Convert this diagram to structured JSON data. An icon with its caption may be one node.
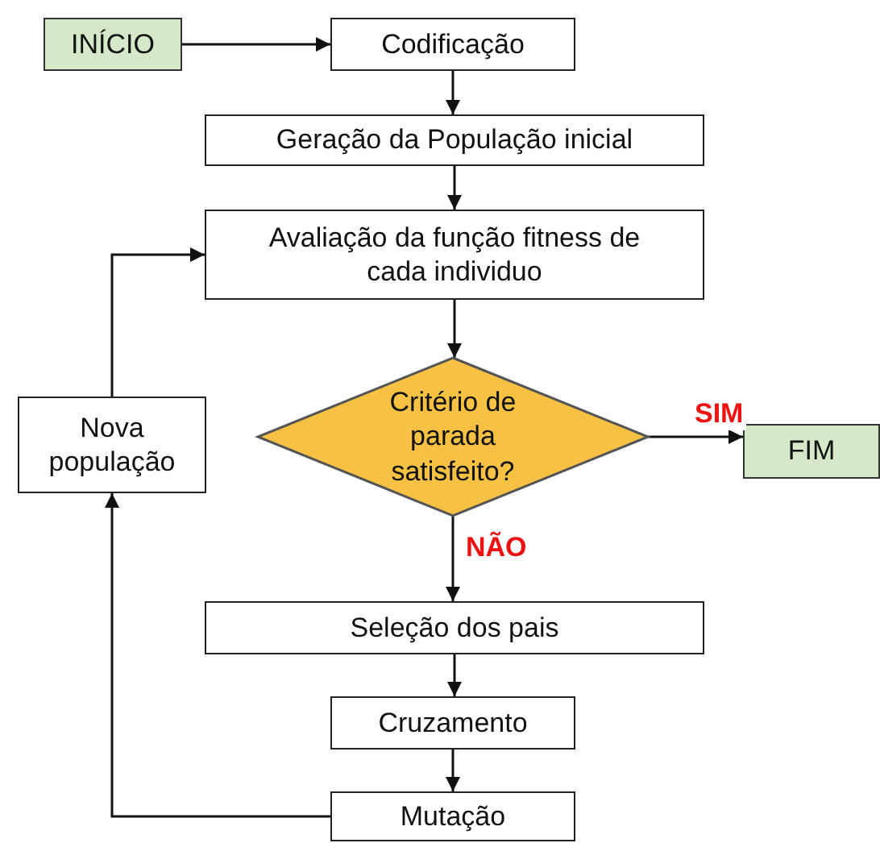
{
  "diagram": {
    "nodes": [
      {
        "text": [
          "INÍCIO"
        ]
      },
      {
        "text": [
          "Codificação"
        ]
      },
      {
        "text": [
          "Geração da População inicial"
        ]
      },
      {
        "text": [
          "Avaliação da função fitness de cada individuo"
        ]
      },
      {
        "text": [
          "Critério de parada satisfeito?"
        ]
      },
      {
        "text": [
          "FIM"
        ]
      },
      {
        "text": [
          "Nova população"
        ]
      },
      {
        "text": [
          "Seleção dos pais"
        ]
      },
      {
        "text": [
          "Cruzamento"
        ]
      },
      {
        "text": [
          "Mutação"
        ]
      }
    ],
    "edges": [
      {
        "from": 0,
        "to": 1,
        "arrow": "to"
      },
      {
        "from": 1,
        "to": 2,
        "arrow": "to"
      },
      {
        "from": 2,
        "to": 3,
        "arrow": "to"
      },
      {
        "from": 3,
        "to": 4,
        "arrow": "to"
      },
      {
        "from": 4,
        "to": 5,
        "arrow": "to",
        "label": "SIM"
      },
      {
        "from": 4,
        "to": 7,
        "arrow": "to",
        "label": "NÃO"
      },
      {
        "from": 7,
        "to": 8,
        "arrow": "to"
      },
      {
        "from": 8,
        "to": 9,
        "arrow": "to"
      },
      {
        "from": 9,
        "to": 6,
        "arrow": "to"
      },
      {
        "from": 6,
        "to": 3,
        "arrow": "to"
      }
    ]
  }
}
